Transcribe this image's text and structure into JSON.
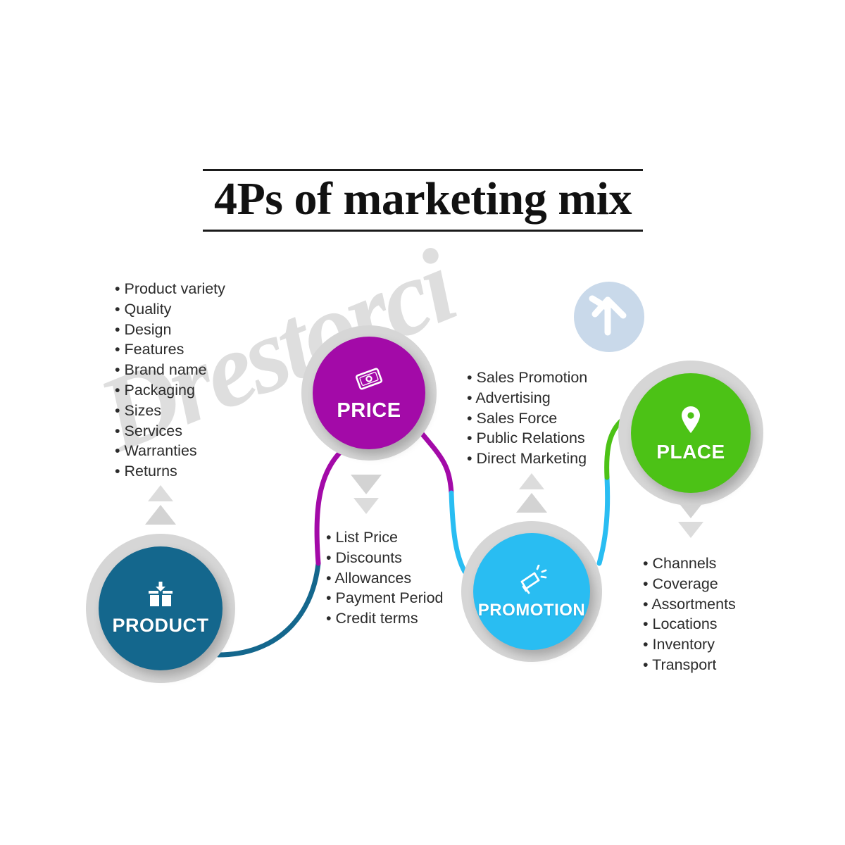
{
  "title": {
    "text": "4Ps of marketing mix"
  },
  "watermark": {
    "text": "Drestorci",
    "badge_icon": "cursor-arrow-icon",
    "badge_color": "#c9d9ea"
  },
  "nodes": [
    {
      "id": "product",
      "label": "PRODUCT",
      "color": "#14678d",
      "ring_color": "#d6d6d6",
      "icon": "open-box-icon"
    },
    {
      "id": "price",
      "label": "PRICE",
      "color": "#a30aa8",
      "ring_color": "#d6d6d6",
      "icon": "banknote-icon"
    },
    {
      "id": "promotion",
      "label": "PROMOTION",
      "color": "#29bdf2",
      "ring_color": "#d6d6d6",
      "icon": "megaphone-icon"
    },
    {
      "id": "place",
      "label": "PLACE",
      "color": "#4cc216",
      "ring_color": "#d6d6d6",
      "icon": "location-pin-icon"
    }
  ],
  "lists": {
    "product": [
      "Product variety",
      "Quality",
      "Design",
      "Features",
      "Brand name",
      "Packaging",
      "Sizes",
      "Services",
      "Warranties",
      "Returns"
    ],
    "price": [
      "List Price",
      "Discounts",
      "Allowances",
      "Payment Period",
      "Credit terms"
    ],
    "promotion": [
      "Sales Promotion",
      "Advertising",
      "Sales Force",
      "Public Relations",
      "Direct Marketing"
    ],
    "place": [
      "Channels",
      "Coverage",
      "Assortments",
      "Locations",
      "Inventory",
      "Transport"
    ]
  },
  "connectors": [
    {
      "from": "product",
      "to": "price",
      "color": "#14678d"
    },
    {
      "from": "price",
      "to": "promotion",
      "color": "#a30aa8"
    },
    {
      "from": "promotion",
      "to": "place",
      "color": "#29bdf2"
    },
    {
      "from": "place",
      "to": "promotion",
      "color": "#4cc216"
    }
  ]
}
